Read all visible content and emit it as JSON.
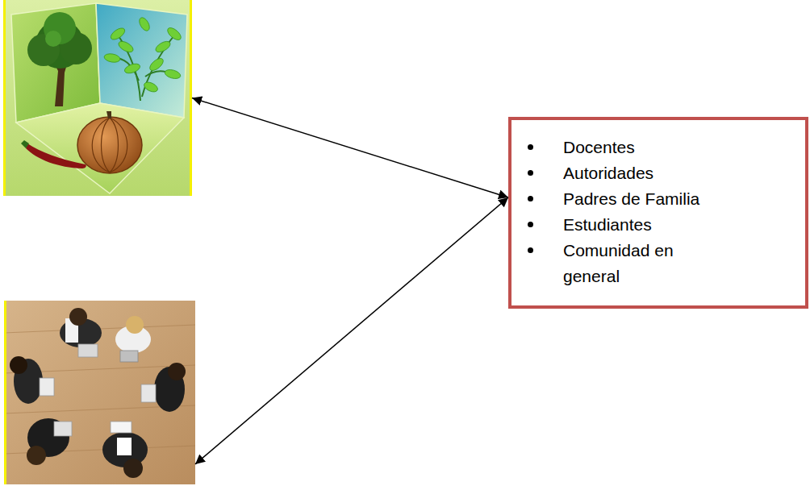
{
  "diagram": {
    "nodes": [
      {
        "text": []
      },
      {
        "text": [
          "Docentes",
          "Autoridades",
          "Padres de Familia",
          "Estudiantes",
          "Comunidad en general"
        ]
      },
      {
        "text": []
      }
    ],
    "edges": [
      {
        "from": 0,
        "to": 1,
        "arrow": "both"
      },
      {
        "from": 1,
        "to": 2,
        "arrow": "both"
      }
    ]
  }
}
